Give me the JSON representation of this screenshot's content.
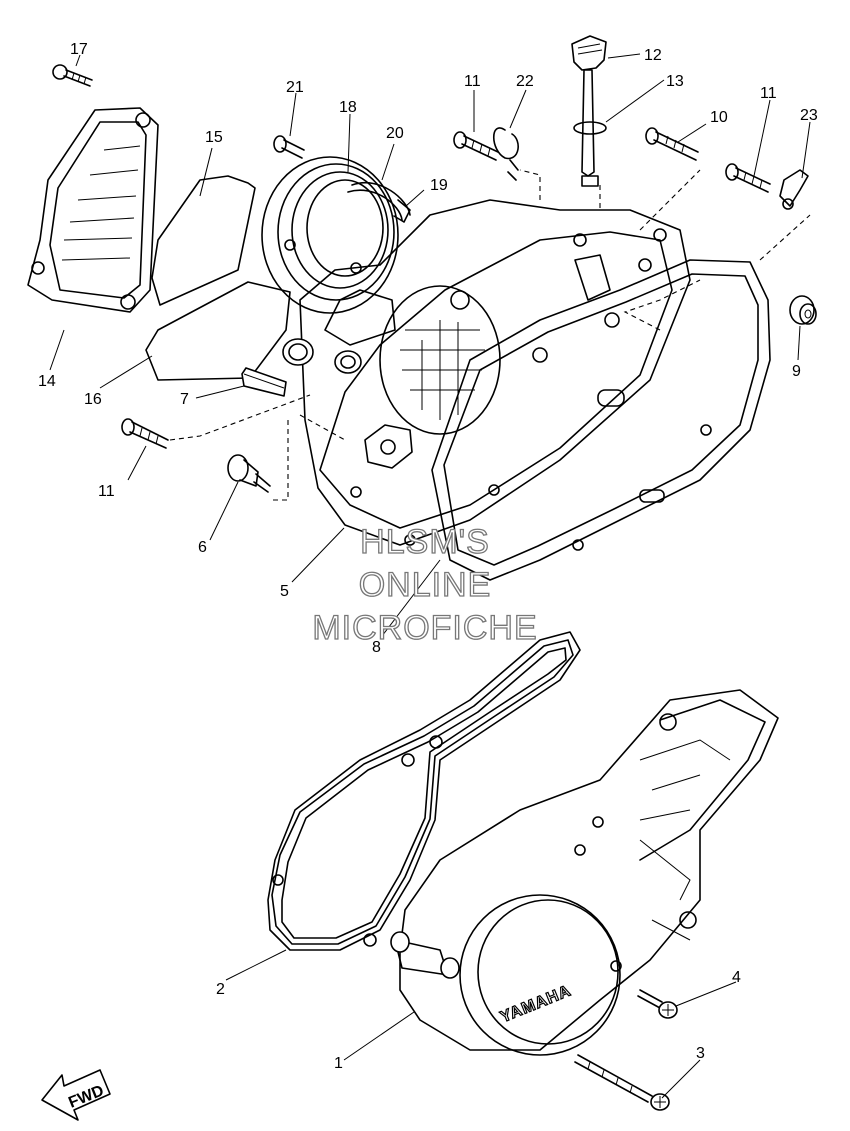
{
  "callouts": [
    {
      "id": "1",
      "text": "1"
    },
    {
      "id": "2",
      "text": "2"
    },
    {
      "id": "3",
      "text": "3"
    },
    {
      "id": "4",
      "text": "4"
    },
    {
      "id": "5",
      "text": "5"
    },
    {
      "id": "6",
      "text": "6"
    },
    {
      "id": "7",
      "text": "7"
    },
    {
      "id": "8",
      "text": "8"
    },
    {
      "id": "9",
      "text": "9"
    },
    {
      "id": "10",
      "text": "10"
    },
    {
      "id": "11a",
      "text": "11"
    },
    {
      "id": "11b",
      "text": "11"
    },
    {
      "id": "11c",
      "text": "11"
    },
    {
      "id": "12",
      "text": "12"
    },
    {
      "id": "13",
      "text": "13"
    },
    {
      "id": "14",
      "text": "14"
    },
    {
      "id": "15",
      "text": "15"
    },
    {
      "id": "16",
      "text": "16"
    },
    {
      "id": "17",
      "text": "17"
    },
    {
      "id": "18",
      "text": "18"
    },
    {
      "id": "19",
      "text": "19"
    },
    {
      "id": "20",
      "text": "20"
    },
    {
      "id": "21",
      "text": "21"
    },
    {
      "id": "22",
      "text": "22"
    },
    {
      "id": "23",
      "text": "23"
    }
  ],
  "cover_logo": "YAMAHA",
  "fwd_arrow": "FWD",
  "watermark": [
    "HLSM'S",
    "ONLINE",
    "MICROFICHE"
  ]
}
